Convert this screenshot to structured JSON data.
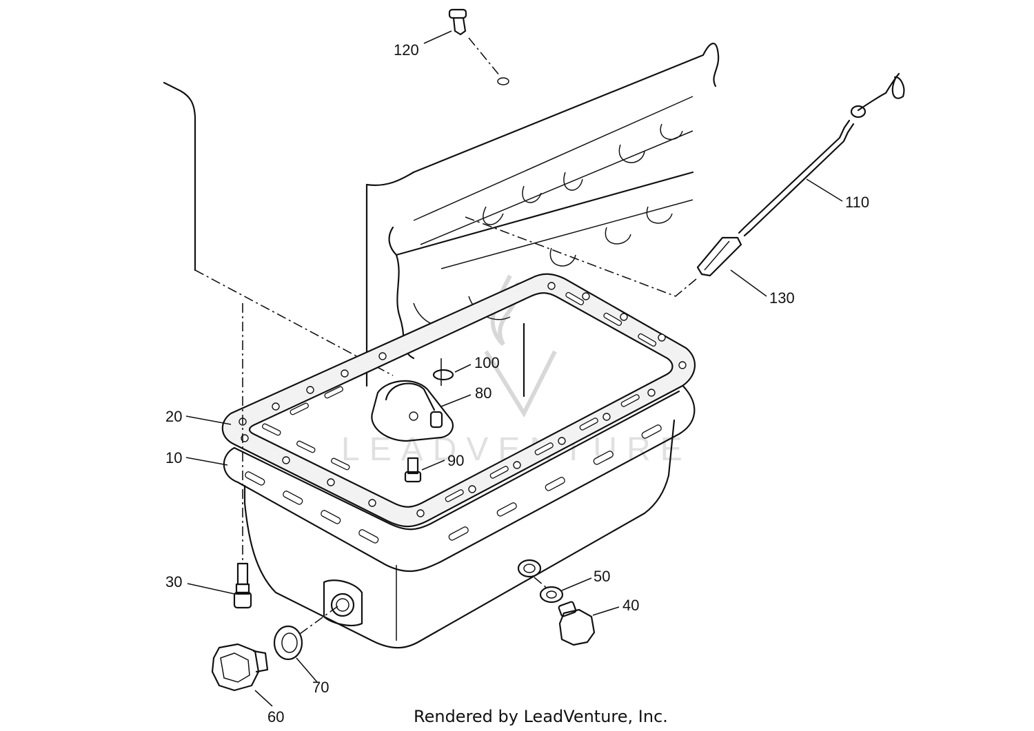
{
  "watermark": {
    "text": "LEADVENTURE"
  },
  "callouts": {
    "c10": "10",
    "c20": "20",
    "c30": "30",
    "c40": "40",
    "c50": "50",
    "c60": "60",
    "c70": "70",
    "c80": "80",
    "c90": "90",
    "c100": "100",
    "c110": "110",
    "c120": "120",
    "c130": "130"
  },
  "footer": {
    "text": "Rendered by LeadVenture, Inc."
  }
}
